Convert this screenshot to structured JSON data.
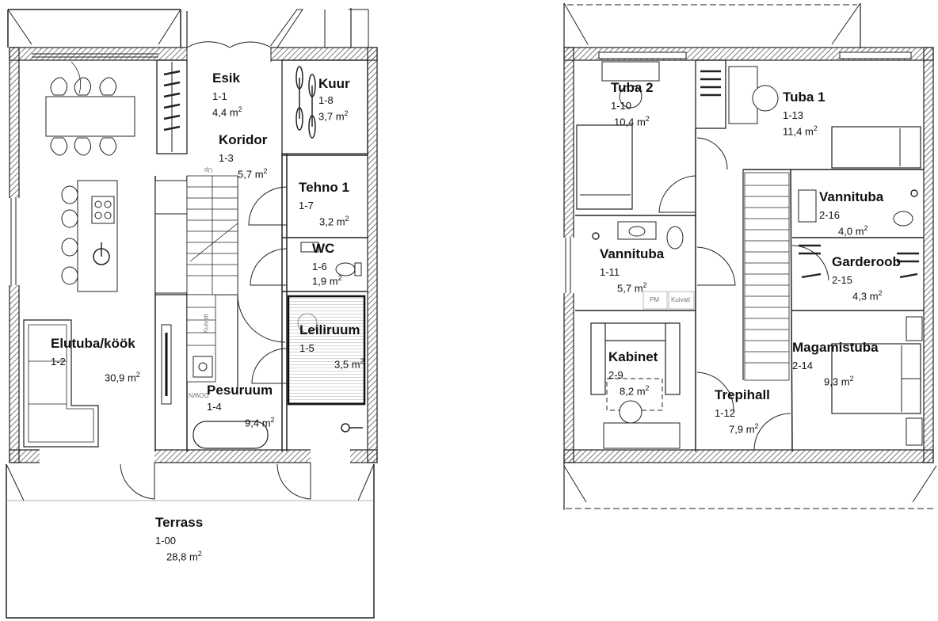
{
  "ground_floor": {
    "rooms": [
      {
        "key": "esik",
        "name": "Esik",
        "id": "1-1",
        "area": "4,4"
      },
      {
        "key": "kuur",
        "name": "Kuur",
        "id": "1-8",
        "area": "3,7"
      },
      {
        "key": "koridor",
        "name": "Koridor",
        "id": "1-3",
        "area": "5,7"
      },
      {
        "key": "tehno",
        "name": "Tehno 1",
        "id": "1-7",
        "area": "3,2"
      },
      {
        "key": "wc",
        "name": "WC",
        "id": "1-6",
        "area": "1,9"
      },
      {
        "key": "leiliruum",
        "name": "Leiliruum",
        "id": "1-5",
        "area": "3,5"
      },
      {
        "key": "elutuba",
        "name": "Elutuba/köök",
        "id": "1-2",
        "area": "30,9"
      },
      {
        "key": "pesuruum",
        "name": "Pesuruum",
        "id": "1-4",
        "area": "9,4"
      },
      {
        "key": "terrass",
        "name": "Terrass",
        "id": "1-00",
        "area": "28,8"
      }
    ],
    "stair_labels": {
      "up": "Up",
      "down": "DOWN",
      "vertical": "Kuivati"
    }
  },
  "upper_floor": {
    "rooms": [
      {
        "key": "tuba2",
        "name": "Tuba 2",
        "id": "1-10",
        "area": "10,4"
      },
      {
        "key": "tuba1",
        "name": "Tuba 1",
        "id": "1-13",
        "area": "11,4"
      },
      {
        "key": "vannituba216",
        "name": "Vannituba",
        "id": "2-16",
        "area": "4,0"
      },
      {
        "key": "vannituba111",
        "name": "Vannituba",
        "id": "1-11",
        "area": "5,7"
      },
      {
        "key": "garderoob",
        "name": "Garderoob",
        "id": "2-15",
        "area": "4,3"
      },
      {
        "key": "kabinet",
        "name": "Kabinet",
        "id": "2-9",
        "area": "8,2"
      },
      {
        "key": "magamistuba",
        "name": "Magamistuba",
        "id": "2-14",
        "area": "9,3"
      },
      {
        "key": "trepihall",
        "name": "Trepihall",
        "id": "1-12",
        "area": "7,9"
      }
    ],
    "fixture_labels": {
      "pm": "PM",
      "kuivati": "Kuivati"
    }
  },
  "units": {
    "area_unit": "m",
    "area_exp": "2"
  }
}
